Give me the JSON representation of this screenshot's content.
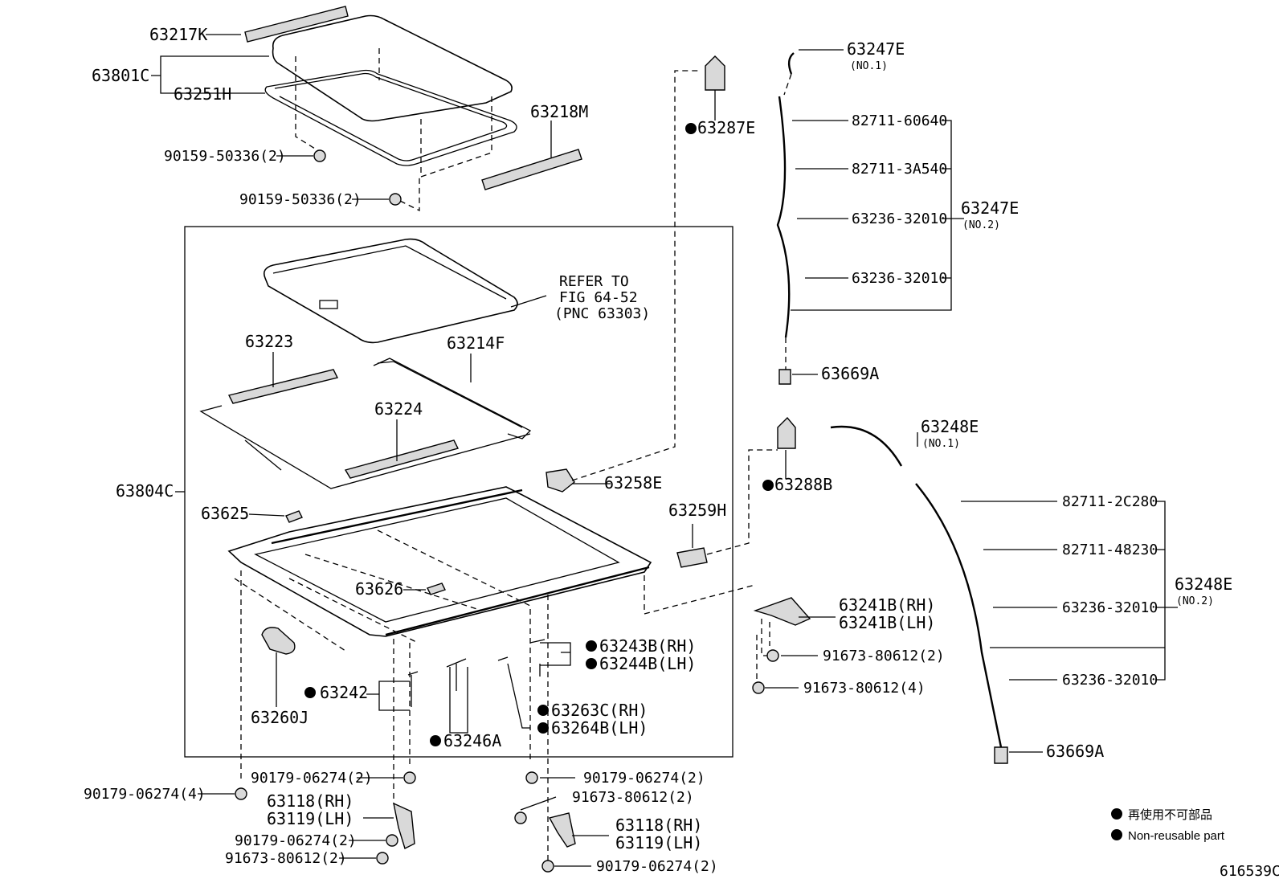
{
  "diagram_id": "616539C",
  "labels": {
    "p63217K": "63217K",
    "p63801C": "63801C",
    "p63251H": "63251H",
    "p63218M": "63218M",
    "bolt1": "90159-50336(2)",
    "bolt2": "90159-50336(2)",
    "refer_line1": "REFER TO",
    "refer_line2": "FIG 64-52",
    "refer_line3": "(PNC 63303)",
    "p63223": "63223",
    "p63214F": "63214F",
    "p63224": "63224",
    "p63804C": "63804C",
    "p63258E": "63258E",
    "p63625": "63625",
    "p63626": "63626",
    "p63259H": "63259H",
    "p63260J": "63260J",
    "p63242": "63242",
    "p63246A": "63246A",
    "p63243B": "63243B(RH)",
    "p63244B": "63244B(LH)",
    "p63263C": "63263C(RH)",
    "p63264B": "63264B(LH)",
    "n90179_a": "90179-06274(2)",
    "n90179_b": "90179-06274(4)",
    "n90179_c": "90179-06274(2)",
    "n90179_d": "90179-06274(2)",
    "n90179_e": "90179-06274(2)",
    "n91673_a": "91673-80612(2)",
    "n91673_b": "91673-80612(2)",
    "n91673_c": "91673-80612(2)",
    "n91673_d": "91673-80612(4)",
    "p63118_a": "63118(RH)",
    "p63119_a": "63119(LH)",
    "p63118_b": "63118(RH)",
    "p63119_b": "63119(LH)",
    "p63241B": "63241B(RH)",
    "p63241B_lh": "63241B(LH)",
    "p63247E_1": "63247E",
    "p63247E_1_sub": "(NO.1)",
    "p63287E": "63287E",
    "c82711_60640": "82711-60640",
    "c82711_3A540": "82711-3A540",
    "c63236_a": "63236-32010",
    "c63236_b": "63236-32010",
    "p63247E_2": "63247E",
    "p63247E_2_sub": "(NO.2)",
    "p63669A_a": "63669A",
    "p63248E_1": "63248E",
    "p63248E_1_sub": "(NO.1)",
    "p63288B": "63288B",
    "c82711_2C280": "82711-2C280",
    "c82711_48230": "82711-48230",
    "c63236_c": "63236-32010",
    "c63236_d": "63236-32010",
    "p63248E_2": "63248E",
    "p63248E_2_sub": "(NO.2)",
    "p63669A_b": "63669A"
  },
  "legend": {
    "jp": "再使用不可部品",
    "en": "Non-reusable part"
  }
}
